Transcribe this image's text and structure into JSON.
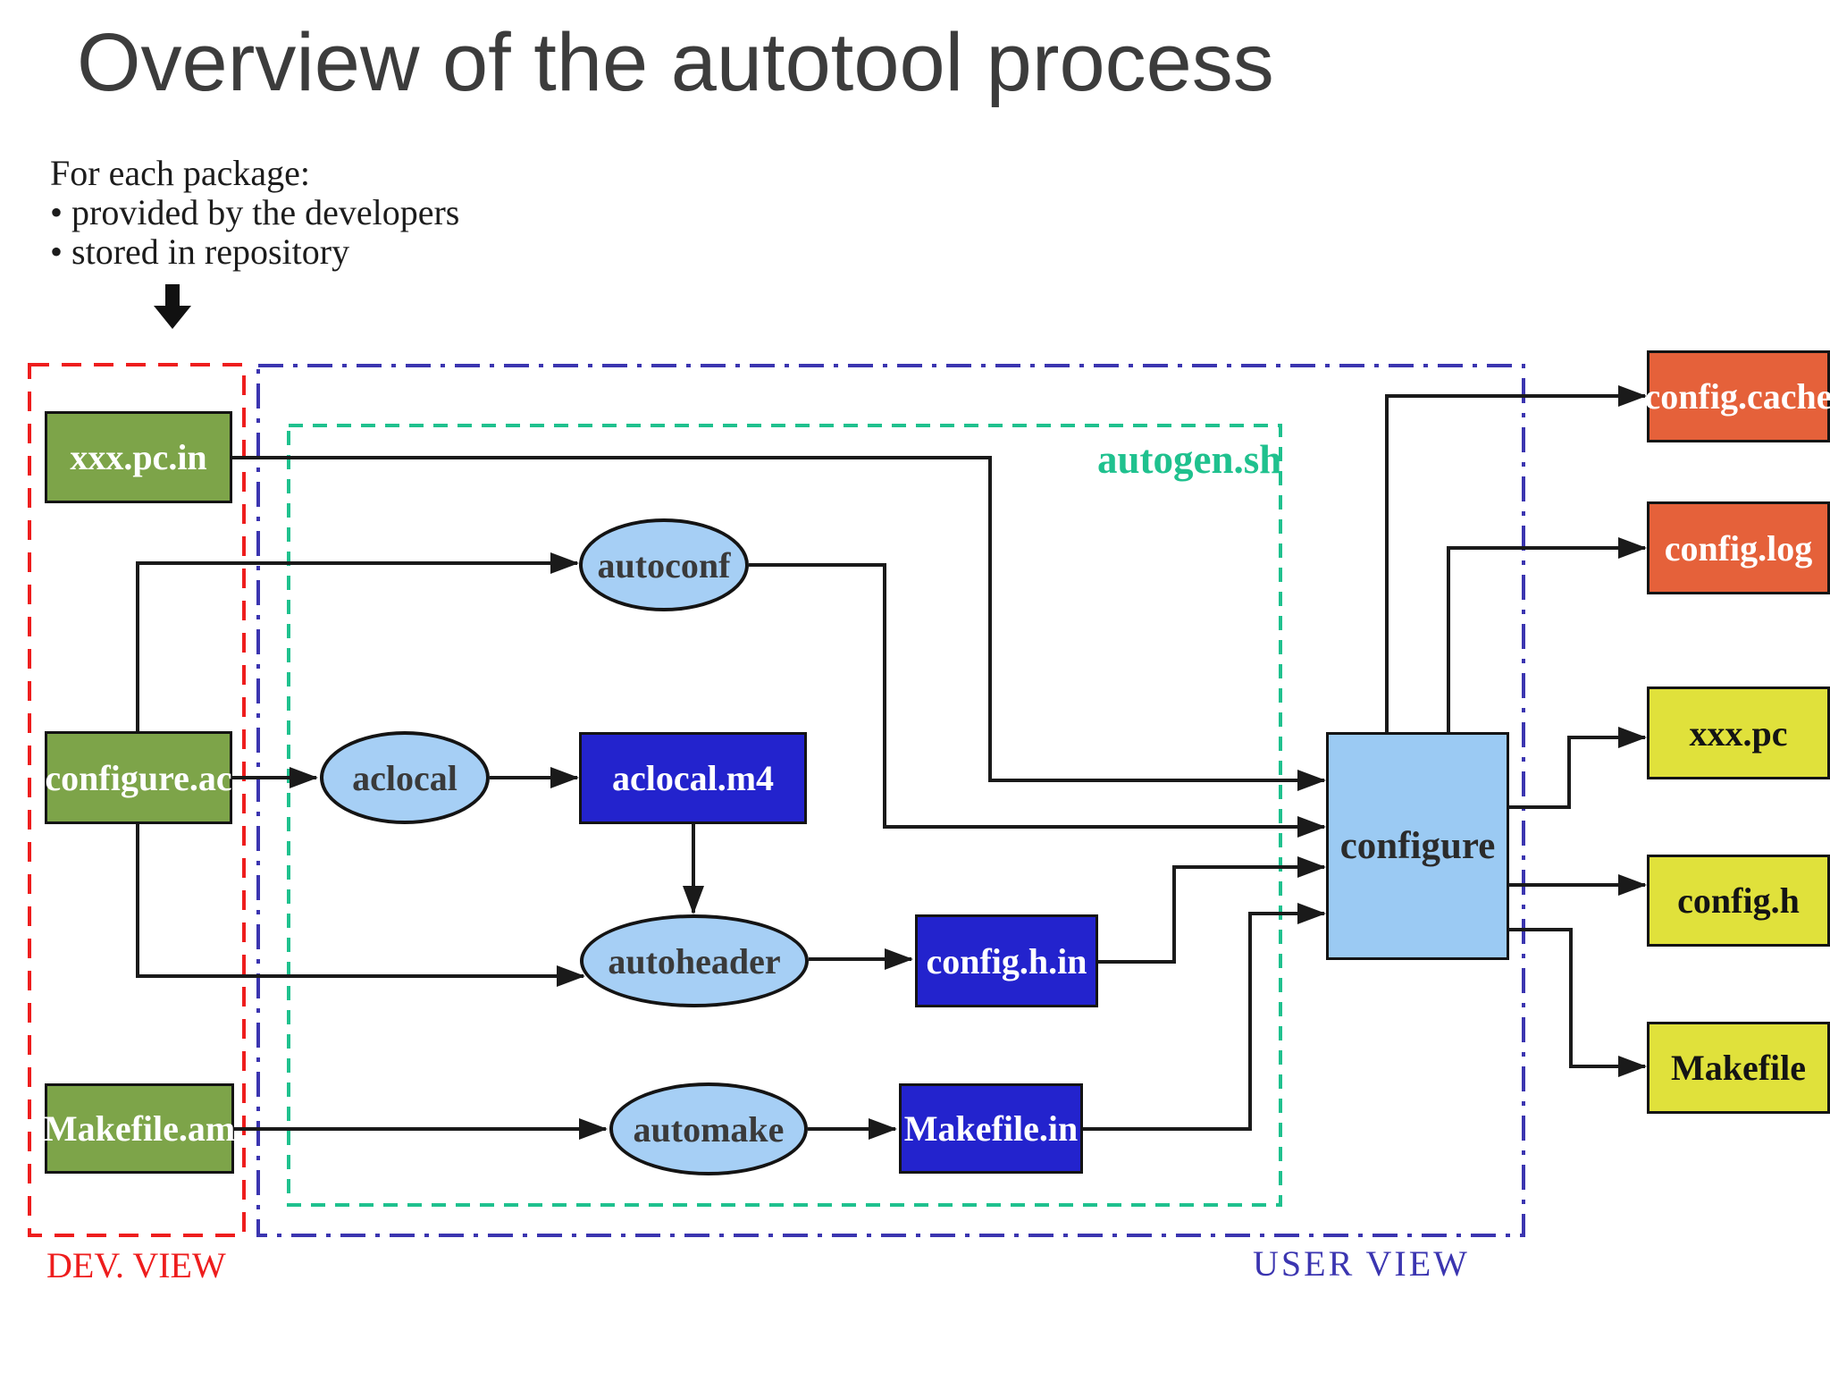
{
  "title": "Overview of the autotool process",
  "note": {
    "heading": "For each package:",
    "bullets": [
      "provided by the developers",
      "stored in repository"
    ]
  },
  "regions": {
    "dev_view": {
      "label": "DEV. VIEW",
      "color": "#ee1d1d"
    },
    "user_view": {
      "label": "USER VIEW",
      "color": "#3b35b0"
    },
    "autogen": {
      "label": "autogen.sh",
      "color": "#1fc18e"
    }
  },
  "nodes": {
    "xxx_pc_in": {
      "label": "xxx.pc.in",
      "kind": "developer-file"
    },
    "configure_ac": {
      "label": "configure.ac",
      "kind": "developer-file"
    },
    "makefile_am": {
      "label": "Makefile.am",
      "kind": "developer-file"
    },
    "autoconf": {
      "label": "autoconf",
      "kind": "tool"
    },
    "aclocal": {
      "label": "aclocal",
      "kind": "tool"
    },
    "autoheader": {
      "label": "autoheader",
      "kind": "tool"
    },
    "automake": {
      "label": "automake",
      "kind": "tool"
    },
    "aclocal_m4": {
      "label": "aclocal.m4",
      "kind": "generated-file"
    },
    "config_h_in": {
      "label": "config.h.in",
      "kind": "generated-file"
    },
    "makefile_in": {
      "label": "Makefile.in",
      "kind": "generated-file"
    },
    "configure": {
      "label": "configure",
      "kind": "script"
    },
    "config_cache": {
      "label": "config.cache",
      "kind": "output-file"
    },
    "config_log": {
      "label": "config.log",
      "kind": "output-file"
    },
    "xxx_pc": {
      "label": "xxx.pc",
      "kind": "output-file"
    },
    "config_h": {
      "label": "config.h",
      "kind": "output-file"
    },
    "makefile": {
      "label": "Makefile",
      "kind": "output-file"
    }
  },
  "edges": [
    {
      "from": "xxx_pc_in",
      "to": "configure"
    },
    {
      "from": "configure_ac",
      "to": "autoconf"
    },
    {
      "from": "configure_ac",
      "to": "aclocal"
    },
    {
      "from": "configure_ac",
      "to": "autoheader"
    },
    {
      "from": "aclocal",
      "to": "aclocal_m4"
    },
    {
      "from": "aclocal_m4",
      "to": "autoheader"
    },
    {
      "from": "autoconf",
      "to": "configure"
    },
    {
      "from": "autoheader",
      "to": "config_h_in"
    },
    {
      "from": "config_h_in",
      "to": "configure"
    },
    {
      "from": "makefile_am",
      "to": "automake"
    },
    {
      "from": "automake",
      "to": "makefile_in"
    },
    {
      "from": "makefile_in",
      "to": "configure"
    },
    {
      "from": "configure",
      "to": "config_cache"
    },
    {
      "from": "configure",
      "to": "config_log"
    },
    {
      "from": "configure",
      "to": "xxx_pc"
    },
    {
      "from": "configure",
      "to": "config_h"
    },
    {
      "from": "configure",
      "to": "makefile"
    }
  ],
  "colors": {
    "green": "#7da449",
    "lightblue": "#a6cff5",
    "royal": "#2323cd",
    "cfgblue": "#9bcaf3",
    "orange": "#e5613a",
    "yellow": "#e0e13b",
    "red": "#ee1d1d",
    "userblue": "#3b35b0",
    "teal": "#1fc18e"
  }
}
